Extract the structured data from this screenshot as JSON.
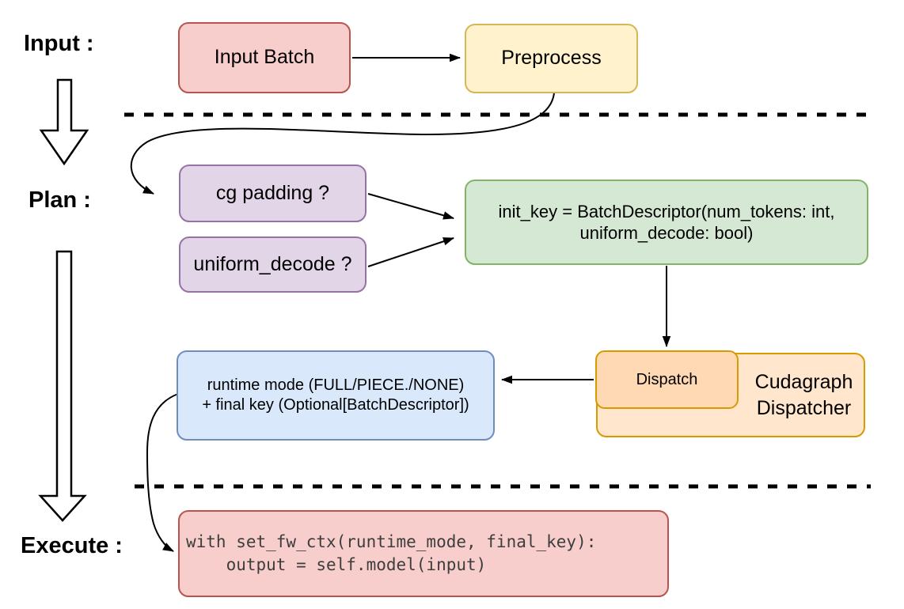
{
  "stage_labels": {
    "input": "Input :",
    "plan": "Plan :",
    "execute": "Execute :"
  },
  "nodes": {
    "input_batch": "Input Batch",
    "preprocess": "Preprocess",
    "cg_padding": "cg padding ?",
    "uniform_decode": "uniform_decode ?",
    "init_key_line1": "init_key = BatchDescriptor(num_tokens: int,",
    "init_key_line2": "uniform_decode: bool)",
    "dispatch": "Dispatch",
    "dispatcher_line1": "Cudagraph",
    "dispatcher_line2": "Dispatcher",
    "runtime_line1": "runtime mode (FULL/PIECE./NONE)",
    "runtime_line2": "+ final key (Optional[BatchDescriptor])",
    "code_line1": "with set_fw_ctx(runtime_mode, final_key):",
    "code_line2": "    output = self.model(input)"
  },
  "palette": {
    "red_fill": "#f8cecc",
    "red_stroke": "#b85450",
    "yellow_fill": "#fff2cc",
    "yellow_stroke": "#d6b656",
    "purple_fill": "#e1d5e7",
    "purple_stroke": "#9673a6",
    "green_fill": "#d5e8d4",
    "green_stroke": "#82b366",
    "blue_fill": "#dae8fc",
    "blue_stroke": "#6c8ebf",
    "orange_fill": "#ffe6cc",
    "orange_inner_fill": "#ffd9b3",
    "orange_stroke": "#d79b00",
    "line_color": "#000000"
  }
}
